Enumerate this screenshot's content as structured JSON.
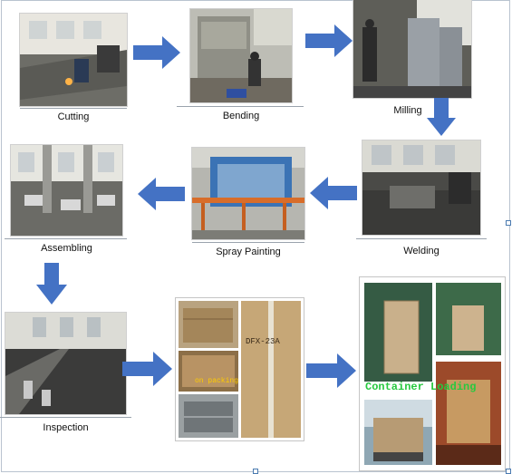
{
  "steps": {
    "cutting": "Cutting",
    "bending": "Bending",
    "milling": "Milling",
    "welding": "Welding",
    "spray_painting": "Spray Painting",
    "assembling": "Assembling",
    "inspection": "Inspection"
  },
  "packing_label": "on packing",
  "carton_text": "DFX-23A",
  "container_loading_label": "Container Loading",
  "colors": {
    "arrow": "#4472c4",
    "overlay_text": "#27c93f"
  },
  "icons": [
    "arrow-right-icon",
    "arrow-down-icon",
    "arrow-left-icon"
  ]
}
